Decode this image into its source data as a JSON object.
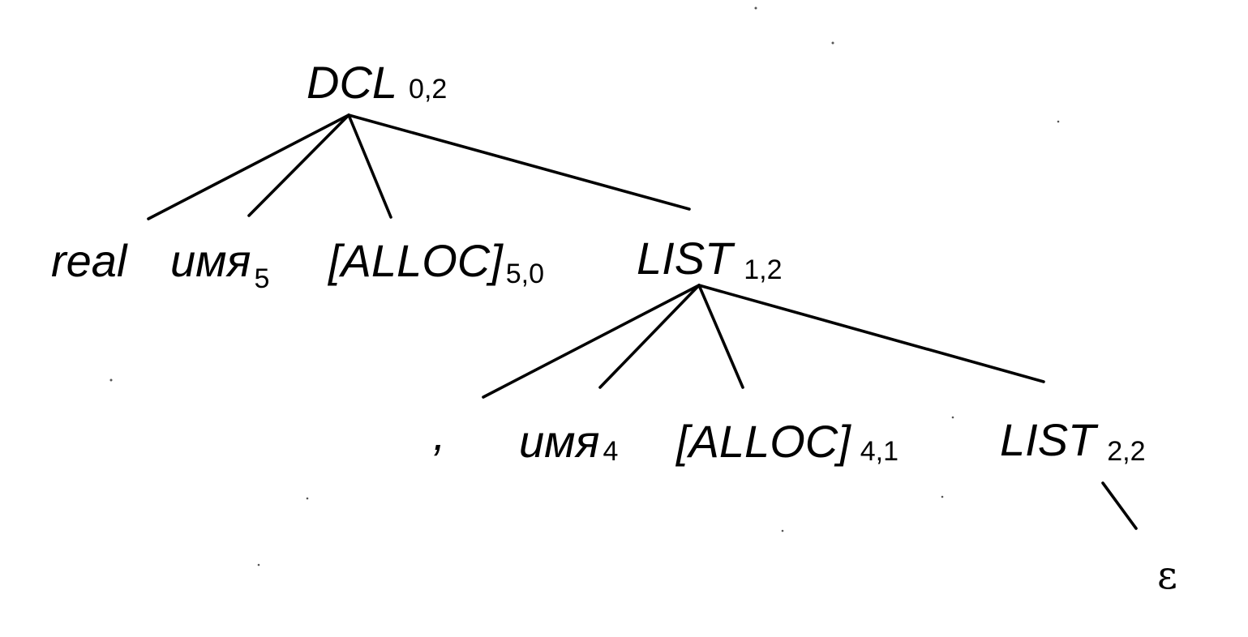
{
  "tree": {
    "root": {
      "label": "DCL",
      "index": "0,2"
    },
    "level1": [
      {
        "label": "real",
        "index": ""
      },
      {
        "label": "имя",
        "index": "5"
      },
      {
        "label": "[ALLOC]",
        "index": "5,0"
      },
      {
        "label": "LIST",
        "index": "1,2"
      }
    ],
    "level2": [
      {
        "label": ",",
        "index": ""
      },
      {
        "label": "имя",
        "index": "4"
      },
      {
        "label": "[ALLOC]",
        "index": "4,1"
      },
      {
        "label": "LIST",
        "index": "2,2"
      }
    ],
    "level3": [
      {
        "label": "ε",
        "index": ""
      }
    ]
  },
  "edges": [
    {
      "from": "DCL 0,2",
      "to": "real"
    },
    {
      "from": "DCL 0,2",
      "to": "имя 5"
    },
    {
      "from": "DCL 0,2",
      "to": "[ALLOC] 5,0"
    },
    {
      "from": "DCL 0,2",
      "to": "LIST 1,2"
    },
    {
      "from": "LIST 1,2",
      "to": ","
    },
    {
      "from": "LIST 1,2",
      "to": "имя 4"
    },
    {
      "from": "LIST 1,2",
      "to": "[ALLOC] 4,1"
    },
    {
      "from": "LIST 1,2",
      "to": "LIST 2,2"
    },
    {
      "from": "LIST 2,2",
      "to": "ε"
    }
  ],
  "colors": {
    "ink": "#000000",
    "background": "#ffffff"
  }
}
